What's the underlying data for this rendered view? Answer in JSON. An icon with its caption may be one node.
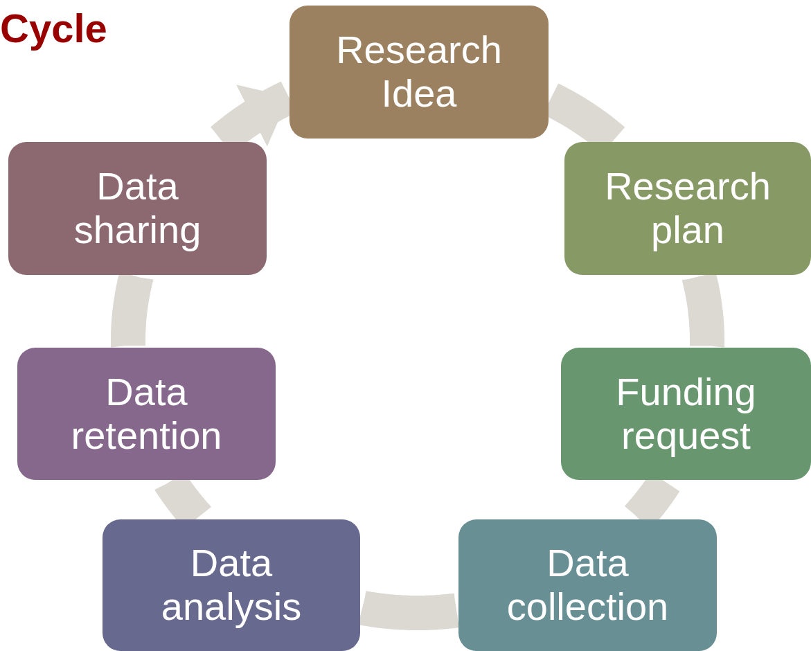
{
  "diagram": {
    "title": "Cycle",
    "nodes": [
      {
        "text": [
          "Research Idea"
        ]
      },
      {
        "text": [
          "Research plan"
        ]
      },
      {
        "text": [
          "Funding request"
        ]
      },
      {
        "text": [
          "Data collection"
        ]
      },
      {
        "text": [
          "Data analysis"
        ]
      },
      {
        "text": [
          "Data retention"
        ]
      },
      {
        "text": [
          "Data sharing"
        ]
      }
    ],
    "edges": [
      {
        "from": 0,
        "to": 1,
        "arrow": "none"
      },
      {
        "from": 1,
        "to": 2,
        "arrow": "none"
      },
      {
        "from": 2,
        "to": 3,
        "arrow": "none"
      },
      {
        "from": 3,
        "to": 4,
        "arrow": "none"
      },
      {
        "from": 4,
        "to": 5,
        "arrow": "none"
      },
      {
        "from": 5,
        "to": 6,
        "arrow": "none"
      },
      {
        "from": 6,
        "to": 0,
        "arrow": "to"
      }
    ]
  }
}
